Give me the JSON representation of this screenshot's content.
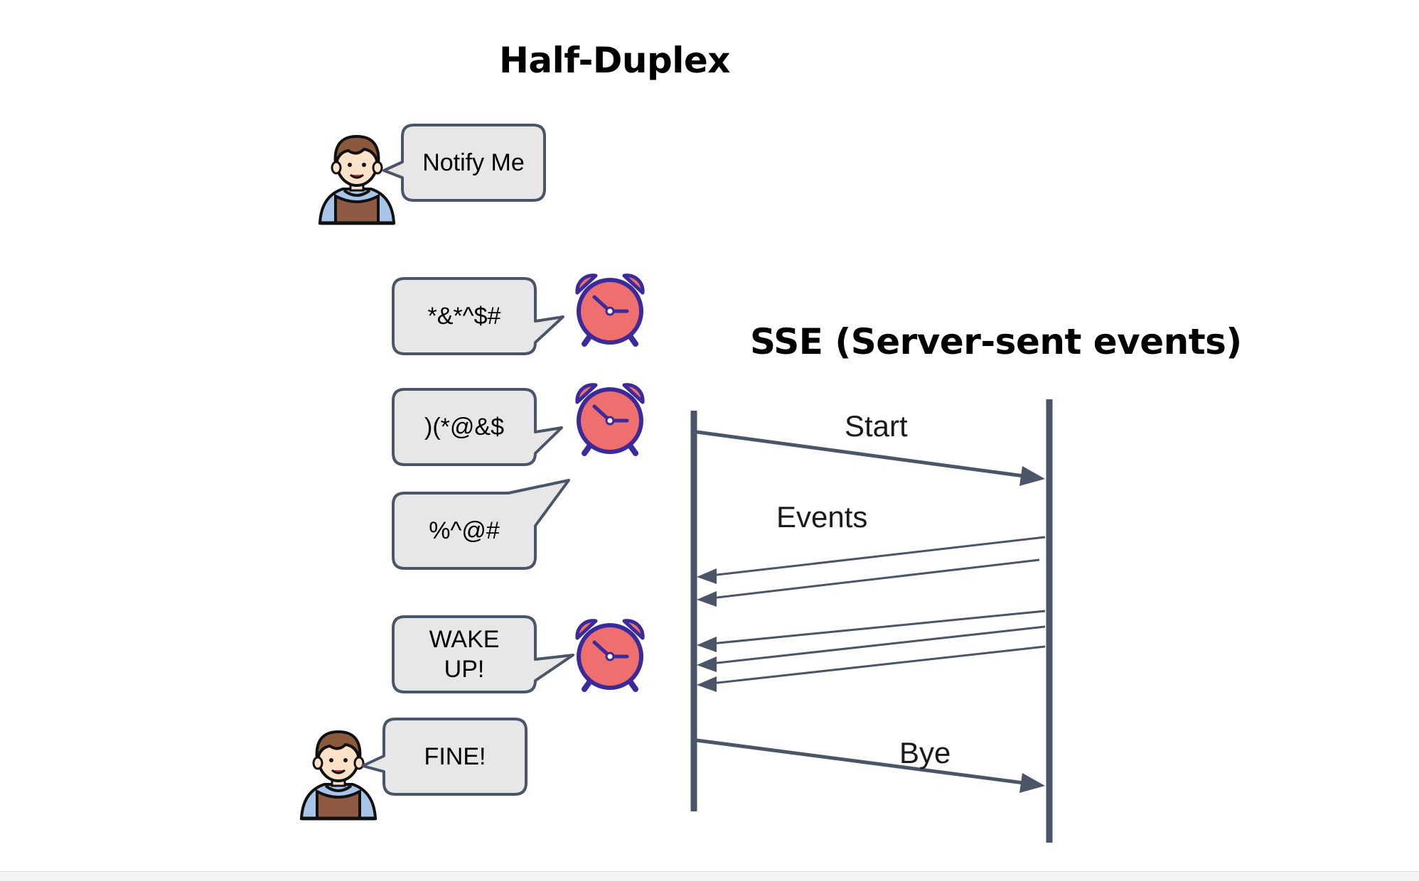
{
  "titles": {
    "half_duplex": "Half-Duplex",
    "sse": "SSE (Server-sent events)"
  },
  "half_duplex": {
    "request": "Notify Me",
    "bubbles": [
      "*&*^$#",
      ")(*@&$",
      "%^@#",
      "WAKE\nUP!"
    ],
    "final_reply": "FINE!",
    "icons": [
      "person-icon",
      "alarm-clock-icon"
    ]
  },
  "sse": {
    "messages": {
      "start": "Start",
      "events": "Events",
      "bye": "Bye"
    }
  },
  "colors": {
    "line": "#4a5568",
    "bubble_fill": "#e7e7e7",
    "bubble_stroke": "#4a5568",
    "clock_face": "#ef6f6f",
    "clock_rim": "#3b2a9a",
    "person_shirt": "#8e5a44",
    "person_sleeve": "#a8c4e8",
    "person_skin": "#fbe2c8",
    "person_hair": "#8b5a3c"
  }
}
